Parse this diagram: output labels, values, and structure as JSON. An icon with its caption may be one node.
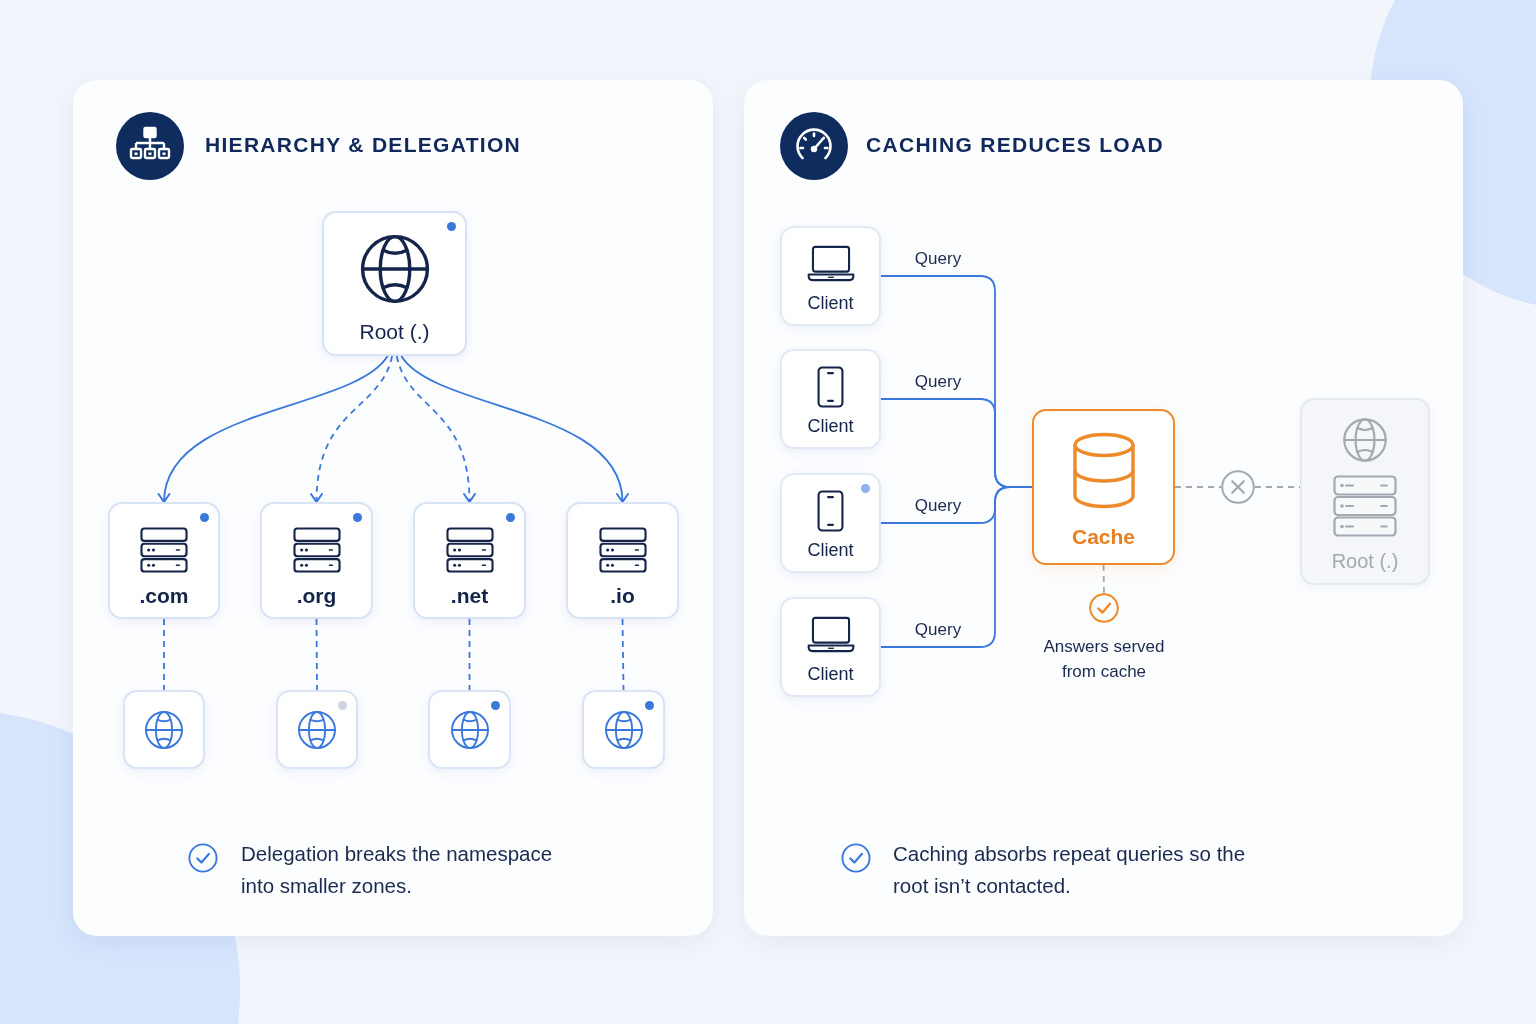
{
  "diagram": {
    "nodes": [
      {
        "text": [
          "HIERARCHY & DELEGATION",
          "Delegation breaks the namespace into smaller zones."
        ]
      },
      {
        "text": [
          "Root (.)"
        ],
        "in": 0
      },
      {
        "text": [
          ".com"
        ],
        "in": 0
      },
      {
        "text": [
          ".org"
        ],
        "in": 0
      },
      {
        "text": [
          ".net"
        ],
        "in": 0
      },
      {
        "text": [
          ".io"
        ],
        "in": 0
      },
      {
        "text": [],
        "shape": "box",
        "in": 0
      },
      {
        "text": [],
        "shape": "box",
        "in": 0
      },
      {
        "text": [],
        "shape": "box",
        "in": 0
      },
      {
        "text": [],
        "shape": "box",
        "in": 0
      },
      {
        "text": [
          "CACHING REDUCES LOAD",
          "Caching absorbs repeat queries so the root isn’t contacted."
        ]
      },
      {
        "text": [
          "Client"
        ],
        "in": 10
      },
      {
        "text": [
          "Client"
        ],
        "in": 10
      },
      {
        "text": [
          "Client"
        ],
        "in": 10
      },
      {
        "text": [
          "Client"
        ],
        "in": 10
      },
      {
        "text": [
          "Cache"
        ],
        "in": 10
      },
      {
        "text": [],
        "shape": "circle",
        "in": 10,
        "beside": [
          "Answers served from cache"
        ]
      },
      {
        "text": [],
        "shape": "circle",
        "in": 10
      },
      {
        "text": [
          "Root (.)"
        ],
        "in": 10
      }
    ],
    "edges": [
      {
        "from": 1,
        "to": 2,
        "arrow": "to"
      },
      {
        "from": 1,
        "to": 3,
        "arrow": "to",
        "style": "dashed"
      },
      {
        "from": 1,
        "to": 4,
        "arrow": "to",
        "style": "dashed"
      },
      {
        "from": 1,
        "to": 5,
        "arrow": "to"
      },
      {
        "from": 2,
        "to": 6,
        "arrow": "none",
        "style": "dashed"
      },
      {
        "from": 3,
        "to": 7,
        "arrow": "none",
        "style": "dashed"
      },
      {
        "from": 4,
        "to": 8,
        "arrow": "none",
        "style": "dashed"
      },
      {
        "from": 5,
        "to": 9,
        "arrow": "none",
        "style": "dashed"
      },
      {
        "from": 11,
        "to": 15,
        "arrow": "none",
        "label": "Query"
      },
      {
        "from": 12,
        "to": 15,
        "arrow": "none",
        "label": "Query"
      },
      {
        "from": 13,
        "to": 15,
        "arrow": "none",
        "label": "Query"
      },
      {
        "from": 14,
        "to": 15,
        "arrow": "none",
        "label": "Query"
      },
      {
        "from": 15,
        "to": 16,
        "arrow": "none",
        "style": "dashed",
        "color": "#a3a8b1"
      },
      {
        "from": 15,
        "to": 17,
        "arrow": "none",
        "style": "dashed",
        "color": "#a3a8b1"
      },
      {
        "from": 17,
        "to": 18,
        "arrow": "none",
        "style": "dashed",
        "color": "#a3a8b1"
      }
    ]
  }
}
